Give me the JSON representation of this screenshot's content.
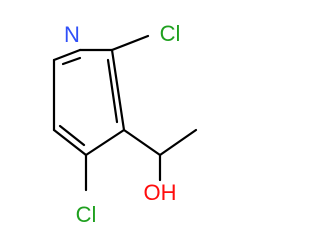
{
  "molecule": {
    "atoms": {
      "nitrogen": {
        "label": "N",
        "color": "#3050f8"
      },
      "chlorine_top": {
        "label": "Cl",
        "color": "#1fa01f"
      },
      "chlorine_bottom": {
        "label": "Cl",
        "color": "#1fa01f"
      },
      "hydroxyl": {
        "label": "OH",
        "color": "#ff0d0d"
      }
    },
    "bond_color": "#000000"
  }
}
